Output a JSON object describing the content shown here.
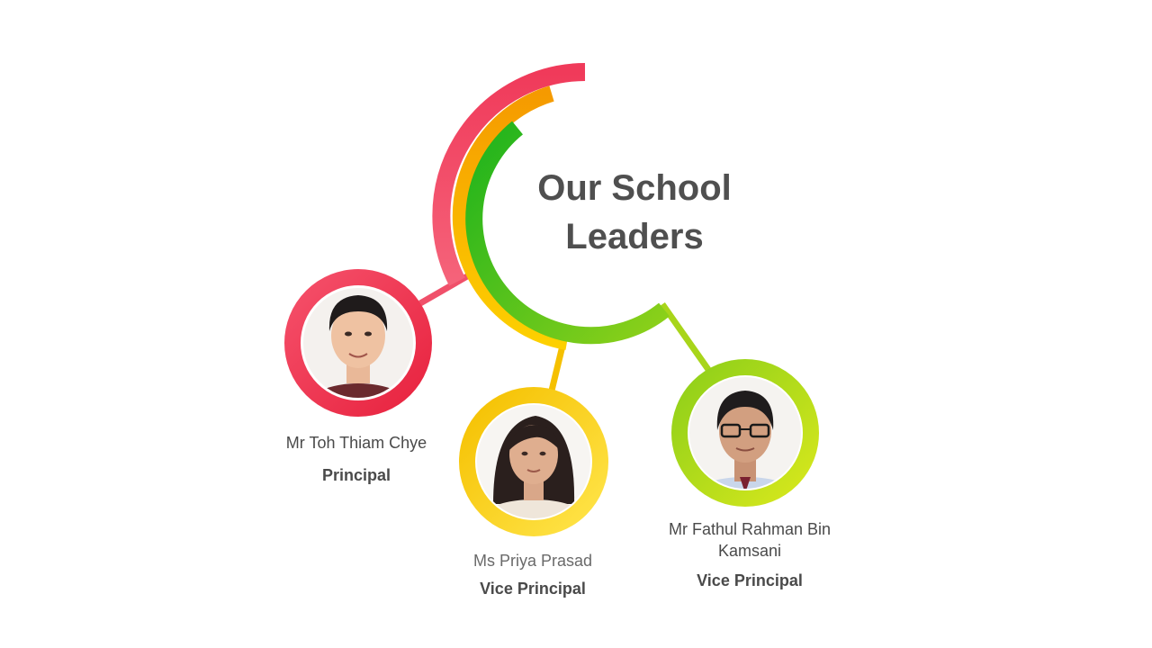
{
  "title": {
    "line1": "Our School",
    "line2": "Leaders"
  },
  "leaders": [
    {
      "name": "Mr Toh Thiam Chye",
      "role": "Principal",
      "ring_color": "#f03a52",
      "photo": "portrait-photo-man"
    },
    {
      "name": "Ms Priya Prasad",
      "role": "Vice Principal",
      "ring_color": "#f7c400",
      "photo": "portrait-photo-woman"
    },
    {
      "name": "Mr Fathul Rahman Bin Kamsani",
      "role": "Vice Principal",
      "ring_color": "#a8d51a",
      "photo": "portrait-photo-man-glasses"
    }
  ],
  "arc_colors": {
    "outer": "#f0506a",
    "middle": "#f5a800",
    "inner": "#2fb81a"
  }
}
